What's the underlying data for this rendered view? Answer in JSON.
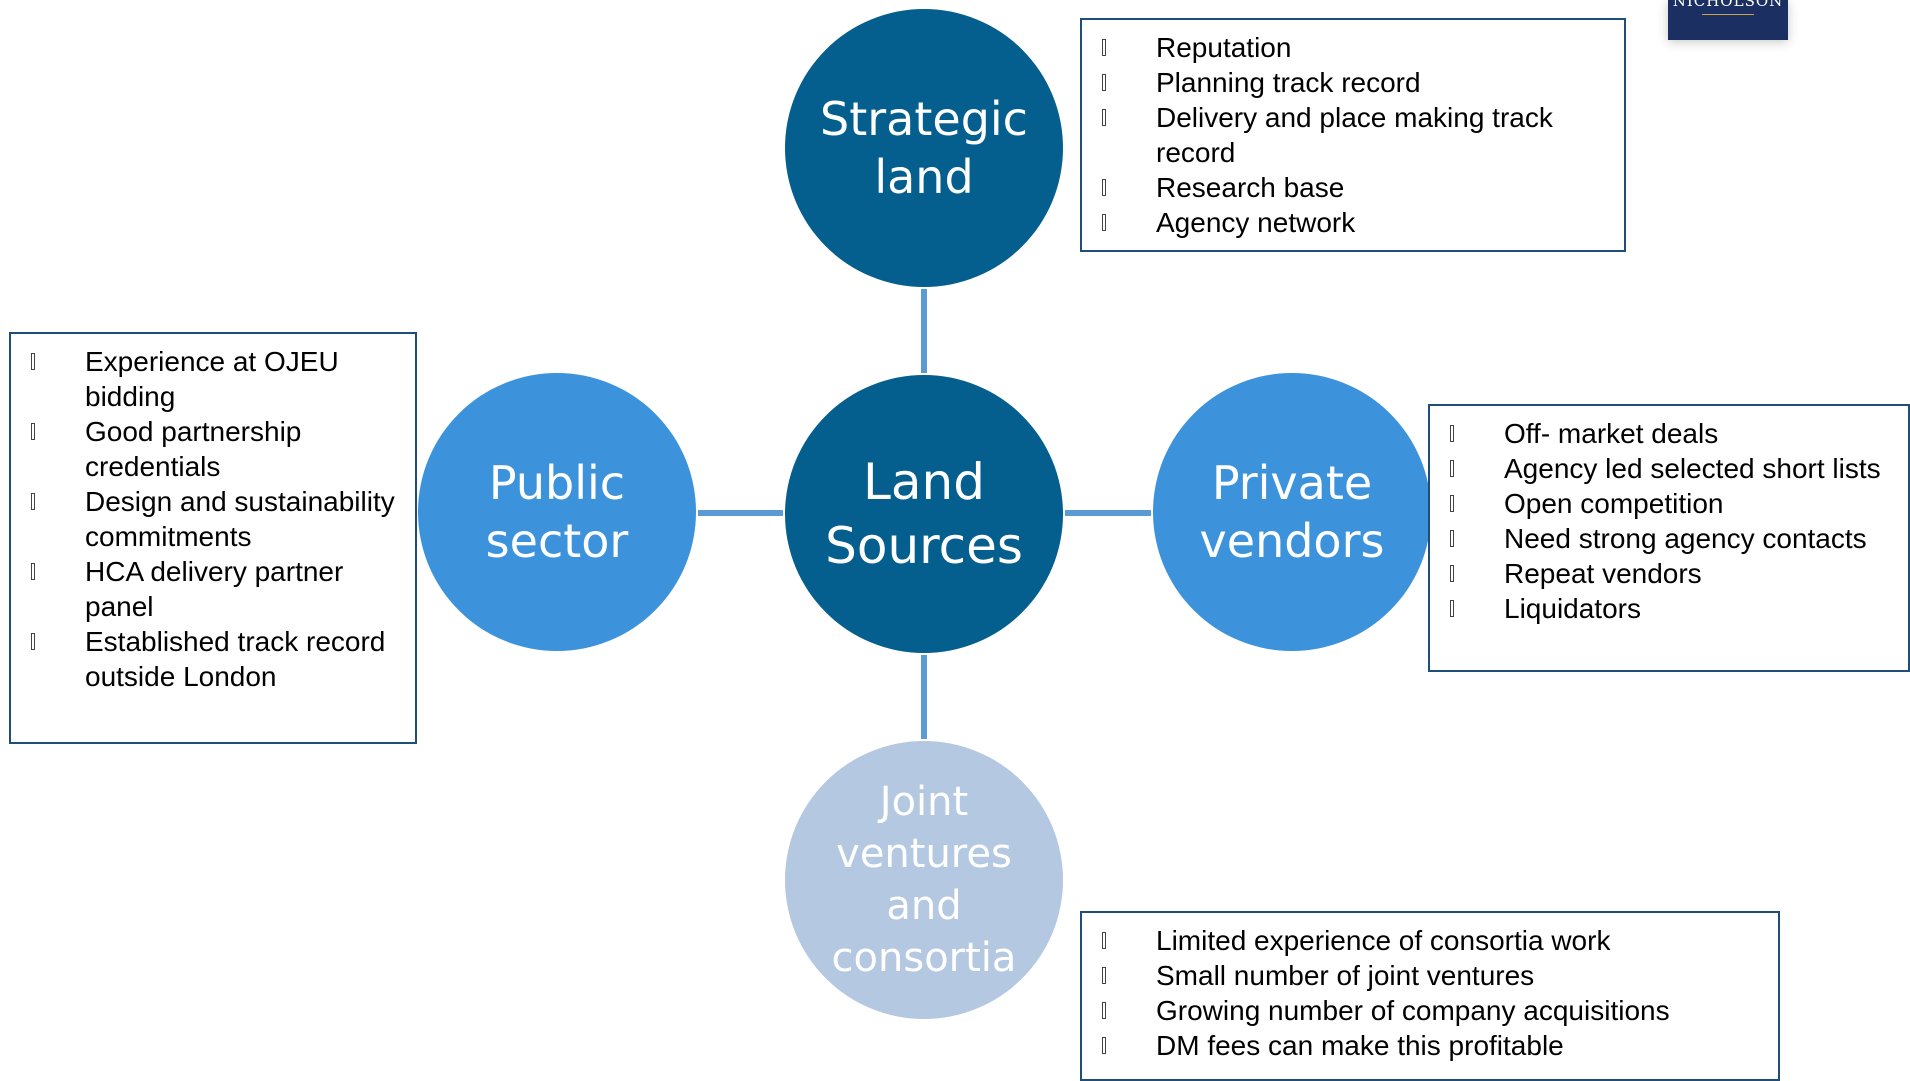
{
  "logo": {
    "text": "NICHOLSON"
  },
  "center": {
    "line1": "Land",
    "line2": "Sources"
  },
  "nodes": {
    "strategic": {
      "line1": "Strategic",
      "line2": "land"
    },
    "public": {
      "line1": "Public",
      "line2": "sector"
    },
    "private": {
      "line1": "Private",
      "line2": "vendors"
    },
    "joint": {
      "line1": "Joint",
      "line2": "ventures",
      "line3": "and",
      "line4": "consortia"
    }
  },
  "boxes": {
    "strategic": [
      "Reputation",
      "Planning track record",
      "Delivery and place making track record",
      "Research base",
      "Agency network"
    ],
    "public": [
      "Experience at OJEU bidding",
      "Good partnership credentials",
      "Design and sustainability commitments",
      "HCA delivery partner panel",
      "Established track record outside London"
    ],
    "private": [
      "Off- market deals",
      "Agency led selected short lists",
      "Open competition",
      "Need strong agency contacts",
      "Repeat vendors",
      "Liquidators"
    ],
    "joint": [
      "Limited experience of consortia work",
      "Small number of joint ventures",
      "Growing number of company acquisitions",
      "DM fees can make this profitable"
    ]
  },
  "colors": {
    "dark_blue": "#045e8e",
    "mid_blue": "#3c93db",
    "light_blue": "#b4c8e1",
    "connector": "#5b9bd5",
    "box_border": "#1f4e79"
  }
}
